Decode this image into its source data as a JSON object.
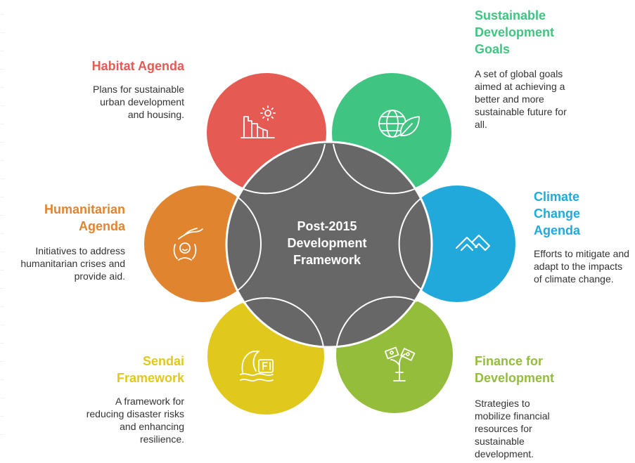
{
  "center": {
    "title": "Post-2015 Development Framework"
  },
  "colors": {
    "center": "#676767",
    "habitat": "#e55a53",
    "sdg": "#40c482",
    "climate": "#22a9db",
    "finance": "#94bd3b",
    "sendai": "#e0c81c",
    "humanitarian": "#e0842f"
  },
  "nodes": {
    "habitat": {
      "title": "Habitat Agenda",
      "description": "Plans for sustainable urban development and housing.",
      "icon": "city-sun-icon"
    },
    "sdg": {
      "title": "Sustainable Development Goals",
      "description": "A set of global goals aimed at achieving a better and more sustainable future for all.",
      "icon": "globe-leaf-icon"
    },
    "climate": {
      "title": "Climate Change Agenda",
      "description": "Efforts to mitigate and adapt to the impacts of climate change.",
      "icon": "mountains-icon"
    },
    "finance": {
      "title": "Finance for Development",
      "description": "Strategies to mobilize financial resources for sustainable development.",
      "icon": "money-plant-icon"
    },
    "sendai": {
      "title": "Sendai Framework",
      "description": "A framework for reducing disaster risks and enhancing resilience.",
      "icon": "wave-icon"
    },
    "humanitarian": {
      "title": "Humanitarian Agenda",
      "description": "Initiatives to address humanitarian crises and provide aid.",
      "icon": "hands-care-icon"
    }
  }
}
